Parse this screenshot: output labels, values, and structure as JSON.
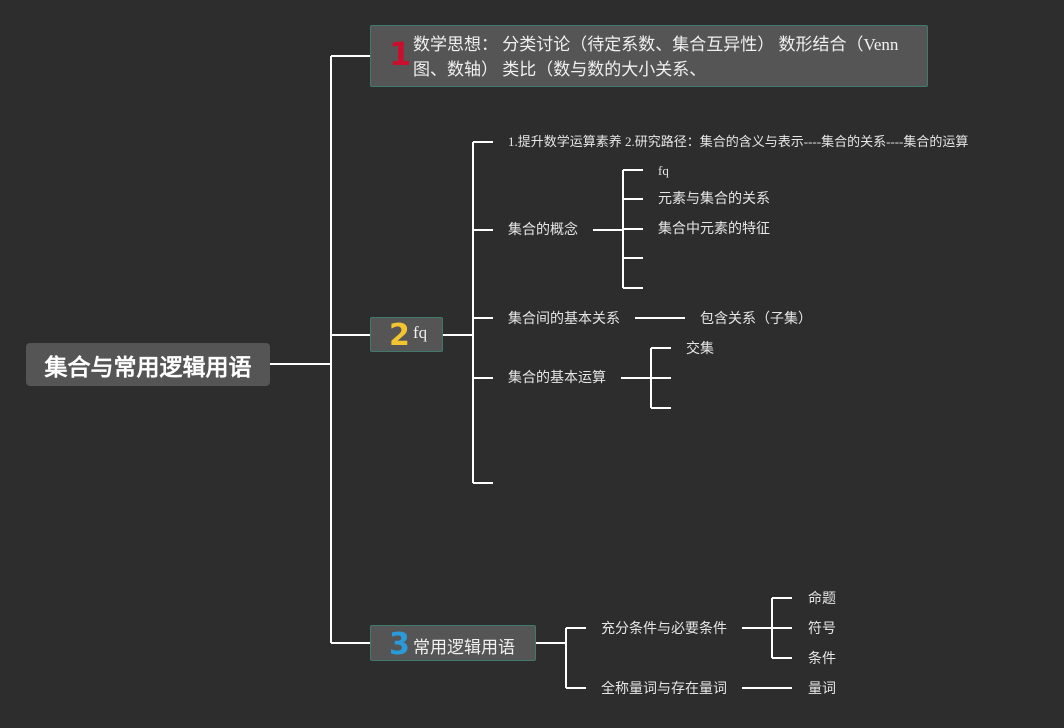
{
  "root": {
    "label": "集合与常用逻辑用语"
  },
  "branches": [
    {
      "number": "1",
      "label": "数学思想： 分类讨论（待定系数、集合互异性） 数形结合（Venn图、数轴） 类比（数与数的大小关系、"
    },
    {
      "number": "2",
      "label": "fq",
      "children": {
        "research_path": "1.提升数学运算素养 2.研究路径：集合的含义与表示----集合的关系----集合的运算",
        "concept": {
          "label": "集合的概念",
          "children": [
            "fq",
            "元素与集合的关系",
            "集合中元素的特征",
            "",
            ""
          ]
        },
        "relation": {
          "label": "集合间的基本关系",
          "children": [
            "包含关系（子集）"
          ]
        },
        "operation": {
          "label": "集合的基本运算",
          "children": [
            "交集",
            "",
            ""
          ]
        },
        "empty": ""
      }
    },
    {
      "number": "3",
      "label": "常用逻辑用语",
      "children": {
        "conditions": {
          "label": "充分条件与必要条件",
          "children": [
            "命题",
            "符号",
            "条件"
          ]
        },
        "quantifiers": {
          "label": "全称量词与存在量词",
          "children": [
            "量词"
          ]
        }
      }
    }
  ],
  "colors": {
    "background": "#2d2d2d",
    "node_fill": "#555555",
    "node_border": "#3f7a6c",
    "connector": "#ffffff",
    "number_1": "#c8102e",
    "number_2": "#f2c430",
    "number_3": "#2a9ad8"
  }
}
